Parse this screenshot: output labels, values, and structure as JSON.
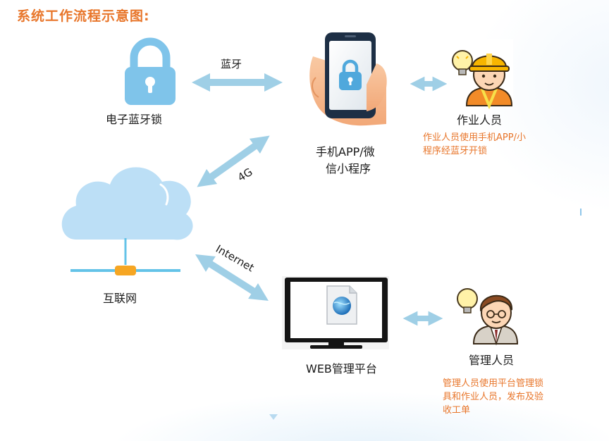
{
  "title": "系统工作流程示意图:",
  "nodes": {
    "lock": {
      "label": "电子蓝牙锁"
    },
    "phone": {
      "label_line1": "手机APP/微",
      "label_line2": "信小程序"
    },
    "worker": {
      "label": "作业人员",
      "note_line1": "作业人员使用手机APP/小",
      "note_line2": "程序经蓝牙开锁"
    },
    "cloud": {
      "label": "互联网"
    },
    "web": {
      "label": "WEB管理平台"
    },
    "manager": {
      "label": "管理人员",
      "note_line1": "管理人员使用平台管理锁",
      "note_line2": "具和作业人员，发布及验",
      "note_line3": "收工单"
    }
  },
  "links": {
    "bluetooth": "蓝牙",
    "fourg": "4G",
    "internet": "Internet"
  },
  "colors": {
    "title": "#e8762b",
    "note": "#e8762b",
    "lock": "#7fc4ea",
    "arrow": "#9fcfe6",
    "cloud": "#bcdff6"
  }
}
